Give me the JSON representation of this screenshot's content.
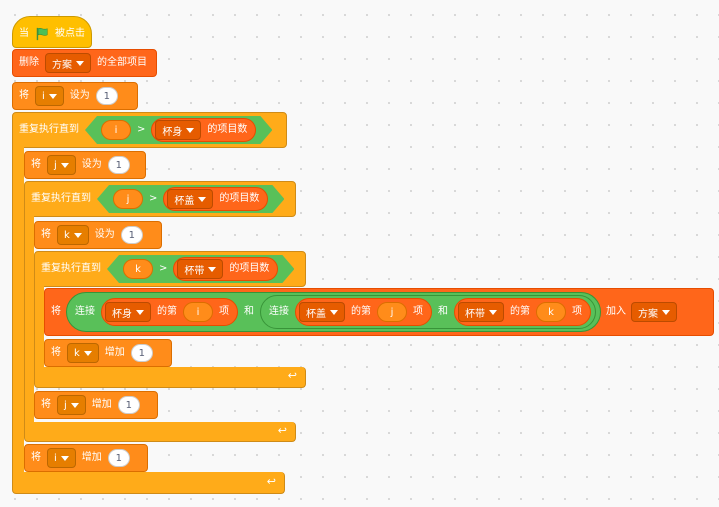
{
  "hat": {
    "when": "当",
    "clicked": "被点击"
  },
  "b_delete": {
    "verb": "删除",
    "list": "方案",
    "suffix": "的全部项目"
  },
  "b_set_i": {
    "verb": "将",
    "var": "i",
    "action": "设为",
    "value": "1"
  },
  "loop_i": {
    "label": "重复执行直到",
    "left": "i",
    "op": ">",
    "list": "杯身",
    "suffix": "的项目数"
  },
  "b_set_j": {
    "verb": "将",
    "var": "j",
    "action": "设为",
    "value": "1"
  },
  "loop_j": {
    "label": "重复执行直到",
    "left": "j",
    "op": ">",
    "list": "杯盖",
    "suffix": "的项目数"
  },
  "b_set_k": {
    "verb": "将",
    "var": "k",
    "action": "设为",
    "value": "1"
  },
  "loop_k": {
    "label": "重复执行直到",
    "left": "k",
    "op": ">",
    "list": "杯带",
    "suffix": "的项目数"
  },
  "b_add": {
    "verb": "将",
    "join_outer": "连接",
    "item1_list": "杯身",
    "item1_mid": "的第",
    "item1_idx": "i",
    "item1_end": "项",
    "and1": "和",
    "join_inner": "连接",
    "item2_list": "杯盖",
    "item2_mid": "的第",
    "item2_idx": "j",
    "item2_end": "项",
    "and2": "和",
    "item3_list": "杯带",
    "item3_mid": "的第",
    "item3_idx": "k",
    "item3_end": "项",
    "add_to": "加入",
    "target_list": "方案"
  },
  "b_inc_k": {
    "verb": "将",
    "var": "k",
    "action": "增加",
    "value": "1"
  },
  "b_inc_j": {
    "verb": "将",
    "var": "j",
    "action": "增加",
    "value": "1"
  },
  "b_inc_i": {
    "verb": "将",
    "var": "i",
    "action": "增加",
    "value": "1"
  },
  "icons": {
    "flag": "green-flag-icon",
    "caret": "dropdown-caret-icon",
    "loop_arrow": "loop-arrow-icon"
  },
  "colors": {
    "control": "#ffab19",
    "variables": "#ff8c1a",
    "lists": "#ff661a",
    "operators": "#59c059",
    "events": "#ffbf00"
  }
}
